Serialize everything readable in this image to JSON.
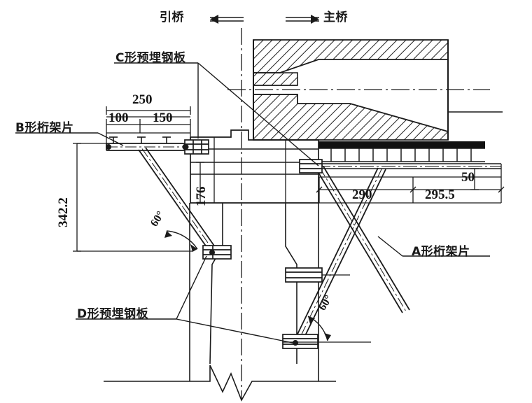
{
  "figure": {
    "title_top_left": "引桥⇐",
    "title_top_right": "⇒主桥",
    "direction_left_text": "引桥",
    "direction_right_text": "主桥"
  },
  "labels": {
    "c_plate": "C形预埋钢板",
    "b_truss": "B形桁架片",
    "d_plate": "D形预埋钢板",
    "a_truss": "A形桁架片"
  },
  "dimensions": {
    "d250": "250",
    "d100": "100",
    "d150": "150",
    "d342": "342.2",
    "d176": "176",
    "d290": "290",
    "d295": "295.5",
    "d50": "50",
    "angle_left": "60°",
    "angle_right": "60°"
  },
  "colors": {
    "line": "#1a1a1a",
    "hatch": "#222222",
    "deck_fill": "#111111",
    "background": "#ffffff"
  }
}
